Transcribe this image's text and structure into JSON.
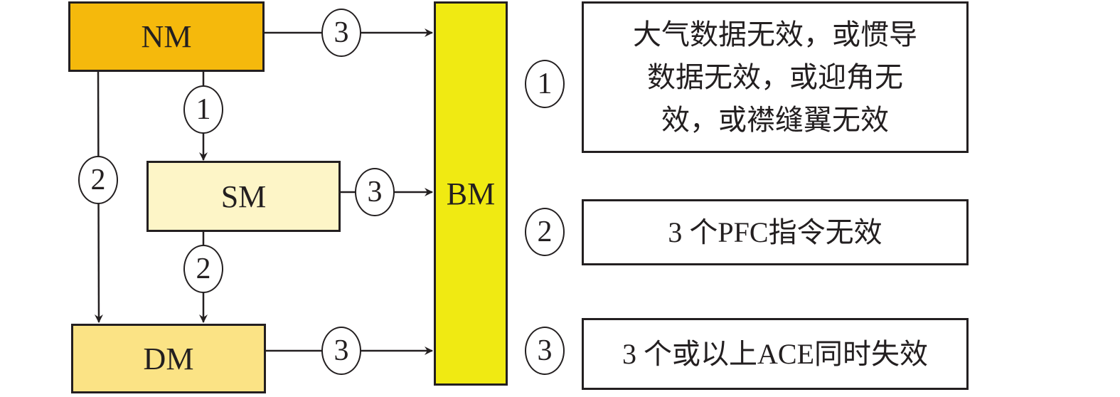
{
  "modes": {
    "nm": {
      "label": "NM",
      "color": "#f5b90c"
    },
    "sm": {
      "label": "SM",
      "color": "#fdf5c7"
    },
    "dm": {
      "label": "DM",
      "color": "#fbe385"
    },
    "bm": {
      "label": "BM",
      "color": "#f0ea12"
    }
  },
  "transitions": {
    "nm_to_bm": "3",
    "sm_to_bm": "3",
    "dm_to_bm": "3",
    "nm_to_sm": "1",
    "nm_to_dm": "2",
    "sm_to_dm": "2"
  },
  "legend": [
    {
      "num": "1",
      "text": "大气数据无效，或惯导数据无效，或迎角无效，或襟缝翼无效"
    },
    {
      "num": "2",
      "text": "3 个PFC指令无效"
    },
    {
      "num": "3",
      "text": "3 个或以上ACE同时失效"
    }
  ]
}
